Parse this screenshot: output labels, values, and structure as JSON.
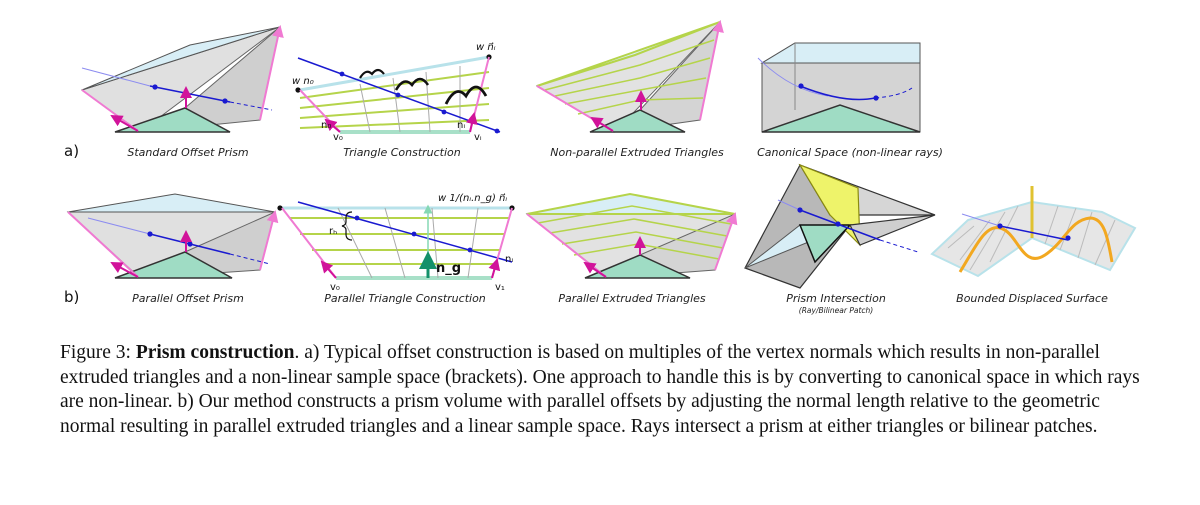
{
  "figure": {
    "row_a_label": "a)",
    "row_b_label": "b)",
    "panels_a": [
      "Standard Offset Prism",
      "Triangle Construction",
      "Non-parallel Extruded Triangles",
      "Canonical Space (non-linear rays)"
    ],
    "panels_b": [
      "Parallel Offset Prism",
      "Parallel Triangle Construction",
      "Parallel Extruded Triangles",
      "Prism Intersection",
      "Bounded Displaced Surface"
    ],
    "prism_intersection_sublabel": "(Ray/Bilinear Patch)",
    "labels_a": {
      "w_n0": "w n₀",
      "w_ni": "w n⃗ᵢ",
      "n0": "n₀",
      "ni": "nᵢ",
      "v0": "v₀",
      "vi": "vᵢ"
    },
    "labels_b": {
      "w_formula": "w 1/(nᵢ.n_g) n⃗ᵢ",
      "rh": "rₕ",
      "ng": "n_g",
      "ni": "nᵢ",
      "v0": "v₀",
      "v1": "v₁"
    }
  },
  "caption": {
    "prefix": "Figure 3: ",
    "bold": "Prism construction",
    "text": ". a) Typical offset construction is based on multiples of the vertex normals which results in non-parallel extruded triangles and a non-linear sample space (brackets). One approach to handle this is by converting to canonical space in which rays are non-linear.  b) Our method constructs a prism volume with parallel offsets by adjusting the normal length relative to the geometric normal resulting in parallel extruded triangles and a linear sample space. Rays intersect a prism at either triangles or bilinear patches."
  }
}
